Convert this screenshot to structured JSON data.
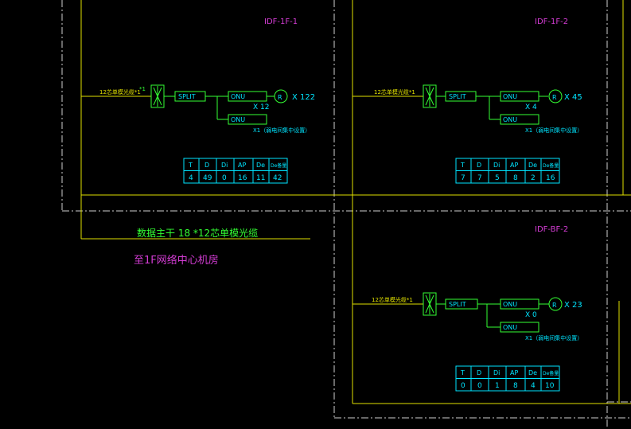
{
  "colors": {
    "background": "#000000",
    "border_line": "#e0e000",
    "dash_line": "#cfcfcf",
    "label": "#d33cd3",
    "component": "#33ff33",
    "table": "#00e5ff"
  },
  "panels": [
    {
      "title": "IDF-1F-1",
      "cable_label": "12芯单模光缆*1",
      "splitter_label": "SPLIT",
      "onu_label": "ONU",
      "onu_lower_label": "ONU",
      "onu_multiplier": "X 12",
      "reserve_label": "X1（弱电间集中设置）",
      "r_label": "R",
      "r_count": "X 122",
      "table_headers": [
        "T",
        "D",
        "Di",
        "AP",
        "De",
        "De备量"
      ],
      "table_values": [
        "4",
        "49",
        "0",
        "16",
        "11",
        "42"
      ]
    },
    {
      "title": "IDF-1F-2",
      "cable_label": "12芯单模光缆*1",
      "splitter_label": "SPLIT",
      "onu_label": "ONU",
      "onu_lower_label": "ONU",
      "onu_multiplier": "X 4",
      "reserve_label": "X1（弱电间集中设置）",
      "r_label": "R",
      "r_count": "X 45",
      "table_headers": [
        "T",
        "D",
        "Di",
        "AP",
        "De",
        "De备量"
      ],
      "table_values": [
        "7",
        "7",
        "5",
        "8",
        "2",
        "16"
      ]
    },
    {
      "title": "IDF-BF-2",
      "cable_label": "12芯单模光缆*1",
      "splitter_label": "SPLIT",
      "onu_label": "ONU",
      "onu_lower_label": "ONU",
      "onu_multiplier": "X 0",
      "reserve_label": "X1（弱电间集中设置）",
      "r_label": "R",
      "r_count": "X 23",
      "table_headers": [
        "T",
        "D",
        "Di",
        "AP",
        "De",
        "De备量"
      ],
      "table_values": [
        "0",
        "0",
        "1",
        "8",
        "4",
        "10"
      ]
    }
  ],
  "trunk_label": "数据主干 18 *12芯单模光缆",
  "destination_label": "至1F网络中心机房"
}
